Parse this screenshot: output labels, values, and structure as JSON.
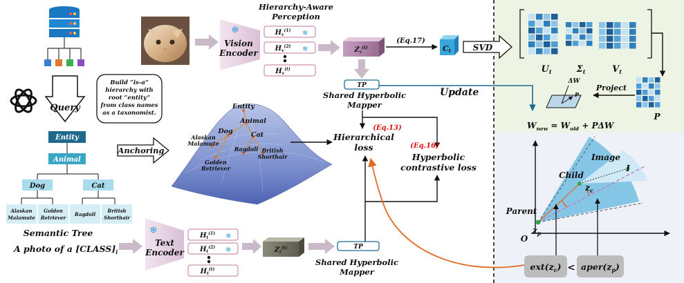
{
  "query": {
    "label": "Query",
    "prompt": [
      "Build “is-a”",
      "hierarchy with",
      "root “entity”",
      "from class names",
      "as a taxonomist."
    ]
  },
  "tree": {
    "title": "Semantic Tree",
    "root": "Entity",
    "level1": "Animal",
    "level2": [
      "Dog",
      "Cat"
    ],
    "leaves": [
      [
        "Alaskan",
        "Malamute"
      ],
      [
        "Golden",
        "Retriever"
      ],
      [
        "Ragdoll"
      ],
      [
        "British",
        "Shorthair"
      ]
    ],
    "colors": {
      "dark": "#1e6a8c",
      "mid": "#3aa6c6",
      "light": "#a9dcec",
      "leaf": "#d5eef6"
    }
  },
  "prompt_text": {
    "main": "A photo of a [CLASS]",
    "sub": "i"
  },
  "vision": {
    "encoder": [
      "Vision",
      "Encoder"
    ],
    "perception": [
      "Hierarchy-Aware",
      "Perception"
    ],
    "tokens": [
      {
        "main": "H",
        "sub": "v",
        "sup": "(1)"
      },
      {
        "main": "H",
        "sub": "v",
        "sup": "(2)"
      },
      {
        "main": "H",
        "sub": "v",
        "sup": "(t)"
      }
    ],
    "z": {
      "main": "Z",
      "sub": "v",
      "sup": "(t)"
    }
  },
  "text": {
    "encoder": [
      "Text",
      "Encoder"
    ],
    "tokens": [
      {
        "main": "H",
        "sub": "t",
        "sup": "(1)"
      },
      {
        "main": "H",
        "sub": "t",
        "sup": "(2)"
      },
      {
        "main": "H",
        "sub": "t",
        "sup": "(t)"
      }
    ],
    "z": {
      "main": "Z",
      "sub": "t",
      "sup": "(t)"
    }
  },
  "mapper": {
    "tp": "TP",
    "label": [
      "Shared Hyperbolic",
      "Mapper"
    ]
  },
  "anchoring": "Anchoring",
  "hyperbolic_nodes": [
    "Entity",
    "Animal",
    "Dog",
    "Cat",
    "Alaskan",
    "Malamute",
    "Golden",
    "Retriever",
    "Ragdoll",
    "British",
    "Shorthair"
  ],
  "losses": {
    "hier": [
      "Hierarchical",
      "loss"
    ],
    "hier_eq": "(Eq.13)",
    "contrast": [
      "Hyperbolic",
      "contrastive loss"
    ],
    "contrast_eq": "(Eq.16)"
  },
  "svd": {
    "eq": "(Eq.17)",
    "c": {
      "main": "C",
      "sub": "t"
    },
    "label": "SVD",
    "u": {
      "main": "U",
      "sub": "t"
    },
    "sigma": {
      "main": "Σ",
      "sub": "t"
    },
    "v": {
      "main": "V",
      "sub": "t"
    },
    "p": "P",
    "project": "Project",
    "update": "Update",
    "dw": "ΔW",
    "p_small": "P",
    "w_new": {
      "w": "W",
      "new": "new",
      "eq": " = W",
      "old": "old",
      "rest": " + PΔW"
    }
  },
  "geometry": {
    "child": "Child",
    "image": "Image",
    "i": "I",
    "zc": {
      "main": "z",
      "sub": "c"
    },
    "parent": "Parent",
    "zp": {
      "main": "z",
      "sub": "p"
    },
    "origin": "O",
    "ext": "ext(z",
    "ext_sub": "c",
    "ext_close": ")",
    "lt": "<",
    "aper": "aper(z",
    "aper_sub": "p",
    "aper_close": ")"
  },
  "colors": {
    "accent": "#1a6a94",
    "orange": "#e06b24",
    "red": "#d11111",
    "panel_green": "#eef4e4",
    "panel_blue": "#eef2f8"
  }
}
